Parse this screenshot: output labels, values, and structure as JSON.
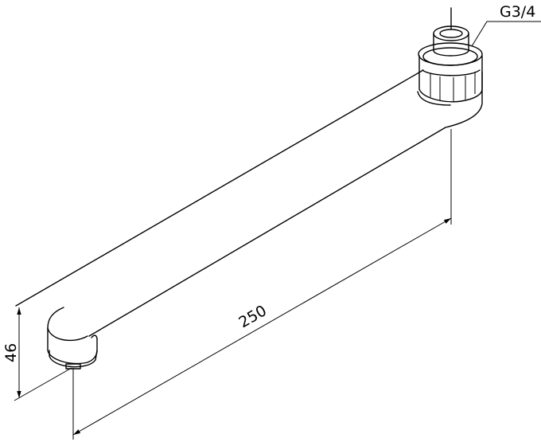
{
  "drawing": {
    "subject": "spout",
    "labels": {
      "thread": "G3/4",
      "length": "250",
      "height": "46"
    }
  }
}
